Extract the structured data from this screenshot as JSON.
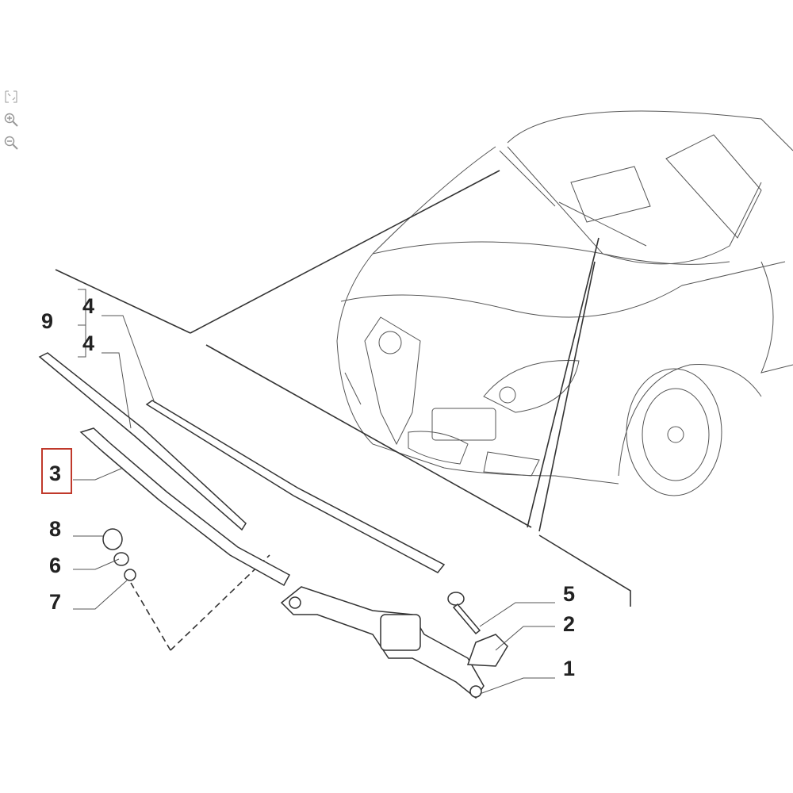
{
  "toolbar": {
    "icons": [
      "fit-to-screen-icon",
      "zoom-in-icon",
      "zoom-out-icon"
    ]
  },
  "diagram": {
    "callouts": [
      {
        "id": "9",
        "label": "9"
      },
      {
        "id": "4a",
        "label": "4"
      },
      {
        "id": "4b",
        "label": "4"
      },
      {
        "id": "3",
        "label": "3",
        "highlighted": true
      },
      {
        "id": "8",
        "label": "8"
      },
      {
        "id": "6",
        "label": "6"
      },
      {
        "id": "7",
        "label": "7"
      },
      {
        "id": "5",
        "label": "5"
      },
      {
        "id": "2",
        "label": "2"
      },
      {
        "id": "1",
        "label": "1"
      }
    ],
    "highlight_color": "#c0392b"
  }
}
